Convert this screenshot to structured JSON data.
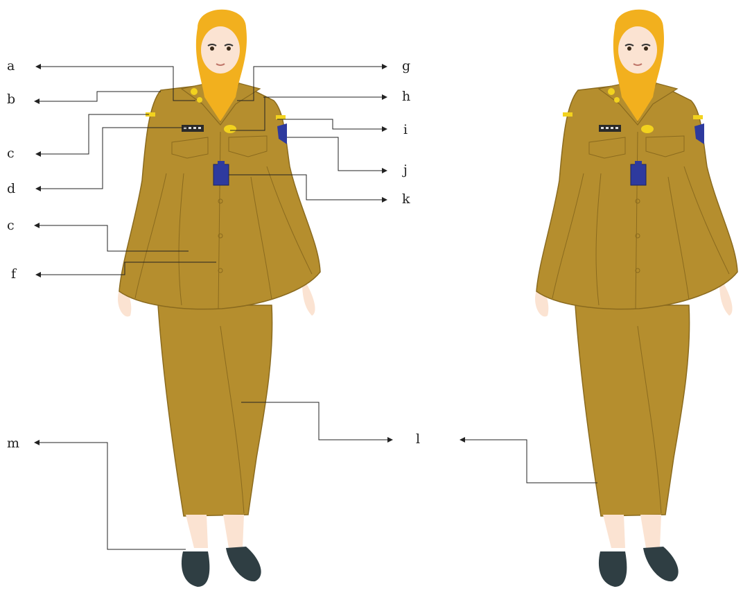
{
  "colors": {
    "uniform": "#B58E2E",
    "uniform_dark": "#8A6A1E",
    "hijab": "#F2B01E",
    "skin": "#FBE3D2",
    "badge_blue": "#2E3A9E",
    "shoe": "#2F3E43",
    "leader_line": "#222222"
  },
  "labels": {
    "a": "a",
    "b": "b",
    "c1": "c",
    "d": "d",
    "c2": "c",
    "f": "f",
    "g": "g",
    "h": "h",
    "i": "i",
    "j": "j",
    "k": "k",
    "l": "l",
    "m": "m"
  }
}
